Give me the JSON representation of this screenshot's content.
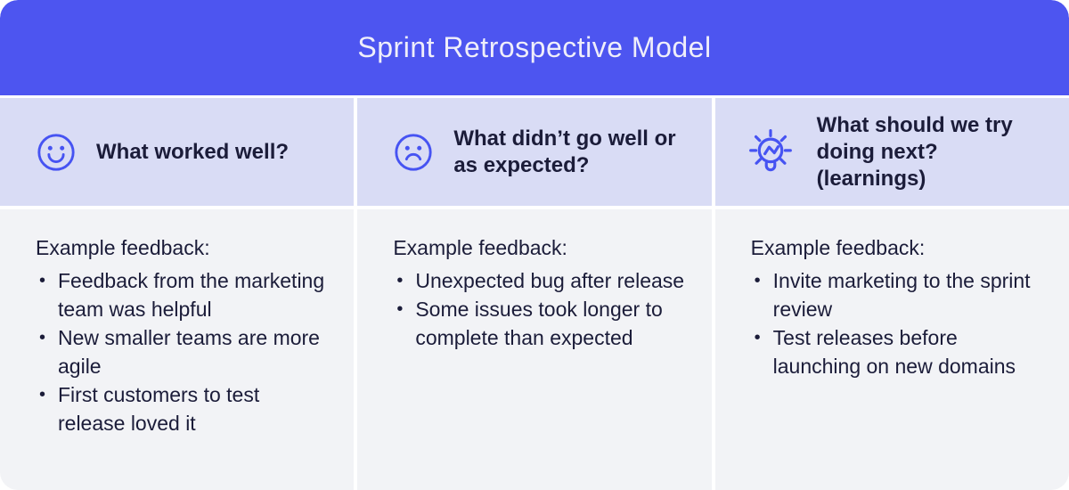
{
  "title": "Sprint Retrospective Model",
  "colors": {
    "header_bg": "#4d55f0",
    "panel_header_bg": "#d9dcf5",
    "panel_body_bg": "#f2f3f6",
    "accent": "#4653f2",
    "text_dark": "#1b1c39",
    "title_text": "#efeefa"
  },
  "columns": [
    {
      "icon": "smiley-face-icon",
      "question": "What worked well?",
      "feedback_label": "Example feedback:",
      "bullets": [
        "Feedback from the marketing team was helpful",
        "New smaller teams are more agile",
        "First customers to test release loved it"
      ]
    },
    {
      "icon": "sad-face-icon",
      "question": "What didn’t go well or as expected?",
      "feedback_label": "Example feedback:",
      "bullets": [
        "Unexpected bug after release",
        "Some issues took longer to complete than expected"
      ]
    },
    {
      "icon": "lightbulb-idea-icon",
      "question": "What should we try doing next? (learnings)",
      "feedback_label": "Example feedback:",
      "bullets": [
        "Invite marketing to the sprint review",
        "Test releases before launching on new domains"
      ]
    }
  ]
}
